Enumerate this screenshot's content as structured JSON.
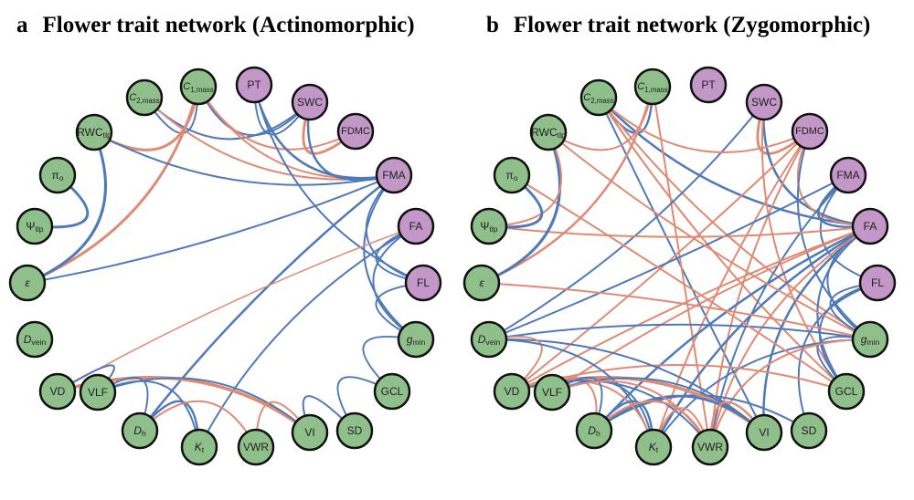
{
  "colors": {
    "flower_node": "#c397c7",
    "leaf_node": "#8fbf8a",
    "node_border": "#111111",
    "positive_edge": "#5079b8",
    "negative_edge": "#e08a73"
  },
  "nodes": [
    {
      "id": "C2mass",
      "label": "C",
      "sub": "2,mass",
      "italic": true,
      "group": "leaf"
    },
    {
      "id": "C1mass",
      "label": "C",
      "sub": "1,mass",
      "italic": true,
      "group": "leaf"
    },
    {
      "id": "PT",
      "label": "PT",
      "sub": "",
      "italic": false,
      "group": "flower"
    },
    {
      "id": "SWC",
      "label": "SWC",
      "sub": "",
      "italic": false,
      "group": "flower"
    },
    {
      "id": "FDMC",
      "label": "FDMC",
      "sub": "",
      "italic": false,
      "group": "flower"
    },
    {
      "id": "FMA",
      "label": "FMA",
      "sub": "",
      "italic": false,
      "group": "flower"
    },
    {
      "id": "FA",
      "label": "FA",
      "sub": "",
      "italic": false,
      "group": "flower"
    },
    {
      "id": "FL",
      "label": "FL",
      "sub": "",
      "italic": false,
      "group": "flower"
    },
    {
      "id": "gmin",
      "label": "g",
      "sub": "min",
      "italic": true,
      "group": "leaf"
    },
    {
      "id": "GCL",
      "label": "GCL",
      "sub": "",
      "italic": false,
      "group": "leaf"
    },
    {
      "id": "SD",
      "label": "SD",
      "sub": "",
      "italic": false,
      "group": "leaf"
    },
    {
      "id": "VI",
      "label": "VI",
      "sub": "",
      "italic": false,
      "group": "leaf"
    },
    {
      "id": "VWR",
      "label": "VWR",
      "sub": "",
      "italic": false,
      "group": "leaf"
    },
    {
      "id": "Kt",
      "label": "K",
      "sub": "t",
      "italic": true,
      "group": "leaf"
    },
    {
      "id": "Dh",
      "label": "D",
      "sub": "h",
      "italic": true,
      "group": "leaf"
    },
    {
      "id": "VLF",
      "label": "VLF",
      "sub": "",
      "italic": false,
      "group": "leaf"
    },
    {
      "id": "VD",
      "label": "VD",
      "sub": "",
      "italic": false,
      "group": "leaf"
    },
    {
      "id": "Dvein",
      "label": "D",
      "sub": "vein",
      "italic": true,
      "group": "leaf"
    },
    {
      "id": "eps",
      "label": "ε",
      "sub": "",
      "italic": true,
      "group": "leaf"
    },
    {
      "id": "Psitlp",
      "label": "Ψ",
      "sub": "tlp",
      "italic": false,
      "group": "leaf"
    },
    {
      "id": "pio",
      "label": "π",
      "sub": "o",
      "italic": false,
      "group": "leaf"
    },
    {
      "id": "RWCtlp",
      "label": "RWC",
      "sub": "tlp",
      "italic": false,
      "group": "leaf"
    }
  ],
  "panels": [
    {
      "letter": "a",
      "title": "Flower trait network (Actinomorphic)",
      "edges": [
        {
          "from": "C2mass",
          "to": "C1mass",
          "sign": "pos",
          "w": 2
        },
        {
          "from": "C2mass",
          "to": "SWC",
          "sign": "pos",
          "w": 2
        },
        {
          "from": "C2mass",
          "to": "FMA",
          "sign": "neg",
          "w": 2
        },
        {
          "from": "C1mass",
          "to": "RWCtlp",
          "sign": "neg",
          "w": 3
        },
        {
          "from": "C1mass",
          "to": "eps",
          "sign": "neg",
          "w": 3
        },
        {
          "from": "C1mass",
          "to": "SWC",
          "sign": "pos",
          "w": 2
        },
        {
          "from": "C1mass",
          "to": "FDMC",
          "sign": "neg",
          "w": 2
        },
        {
          "from": "C1mass",
          "to": "FMA",
          "sign": "neg",
          "w": 2
        },
        {
          "from": "PT",
          "to": "FMA",
          "sign": "pos",
          "w": 2.5
        },
        {
          "from": "PT",
          "to": "FL",
          "sign": "pos",
          "w": 2
        },
        {
          "from": "PT",
          "to": "SWC",
          "sign": "pos",
          "w": 2
        },
        {
          "from": "SWC",
          "to": "FDMC",
          "sign": "neg",
          "w": 3
        },
        {
          "from": "SWC",
          "to": "FMA",
          "sign": "pos",
          "w": 2.5
        },
        {
          "from": "FMA",
          "to": "RWCtlp",
          "sign": "pos",
          "w": 2
        },
        {
          "from": "FMA",
          "to": "eps",
          "sign": "pos",
          "w": 2
        },
        {
          "from": "FMA",
          "to": "FL",
          "sign": "pos",
          "w": 2
        },
        {
          "from": "FMA",
          "to": "gmin",
          "sign": "pos",
          "w": 2
        },
        {
          "from": "FMA",
          "to": "Dh",
          "sign": "pos",
          "w": 2.5
        },
        {
          "from": "FA",
          "to": "FL",
          "sign": "pos",
          "w": 2
        },
        {
          "from": "FA",
          "to": "gmin",
          "sign": "pos",
          "w": 2
        },
        {
          "from": "FA",
          "to": "Kt",
          "sign": "pos",
          "w": 2
        },
        {
          "from": "FA",
          "to": "VD",
          "sign": "neg",
          "w": 1.5
        },
        {
          "from": "FL",
          "to": "gmin",
          "sign": "pos",
          "w": 2
        },
        {
          "from": "gmin",
          "to": "GCL",
          "sign": "pos",
          "w": 2
        },
        {
          "from": "GCL",
          "to": "SD",
          "sign": "pos",
          "w": 2
        },
        {
          "from": "SD",
          "to": "VI",
          "sign": "pos",
          "w": 2
        },
        {
          "from": "RWCtlp",
          "to": "eps",
          "sign": "pos",
          "w": 3
        },
        {
          "from": "pio",
          "to": "Psitlp",
          "sign": "pos",
          "w": 3
        },
        {
          "from": "VD",
          "to": "VI",
          "sign": "neg",
          "w": 3.5
        },
        {
          "from": "VD",
          "to": "VLF",
          "sign": "pos",
          "w": 2
        },
        {
          "from": "VLF",
          "to": "Dh",
          "sign": "pos",
          "w": 2
        },
        {
          "from": "VLF",
          "to": "Kt",
          "sign": "pos",
          "w": 2
        },
        {
          "from": "VLF",
          "to": "VI",
          "sign": "pos",
          "w": 2
        },
        {
          "from": "Dh",
          "to": "Kt",
          "sign": "pos",
          "w": 2.5
        },
        {
          "from": "Dh",
          "to": "VWR",
          "sign": "neg",
          "w": 2
        },
        {
          "from": "VWR",
          "to": "VI",
          "sign": "neg",
          "w": 2
        }
      ]
    },
    {
      "letter": "b",
      "title": "Flower trait network (Zygomorphic)",
      "edges": [
        {
          "from": "C2mass",
          "to": "C1mass",
          "sign": "pos",
          "w": 2.5
        },
        {
          "from": "C2mass",
          "to": "FA",
          "sign": "pos",
          "w": 2.5
        },
        {
          "from": "C2mass",
          "to": "VI",
          "sign": "pos",
          "w": 2
        },
        {
          "from": "C2mass",
          "to": "gmin",
          "sign": "neg",
          "w": 2
        },
        {
          "from": "C2mass",
          "to": "GCL",
          "sign": "neg",
          "w": 2
        },
        {
          "from": "C1mass",
          "to": "RWCtlp",
          "sign": "neg",
          "w": 2
        },
        {
          "from": "C1mass",
          "to": "eps",
          "sign": "neg",
          "w": 2.5
        },
        {
          "from": "C1mass",
          "to": "VWR",
          "sign": "neg",
          "w": 2
        },
        {
          "from": "SWC",
          "to": "FDMC",
          "sign": "neg",
          "w": 3
        },
        {
          "from": "SWC",
          "to": "FA",
          "sign": "pos",
          "w": 2.5
        },
        {
          "from": "SWC",
          "to": "Dvein",
          "sign": "pos",
          "w": 2
        },
        {
          "from": "SWC",
          "to": "GCL",
          "sign": "neg",
          "w": 2
        },
        {
          "from": "FDMC",
          "to": "FA",
          "sign": "neg",
          "w": 2
        },
        {
          "from": "FDMC",
          "to": "gmin",
          "sign": "pos",
          "w": 2
        },
        {
          "from": "FDMC",
          "to": "VWR",
          "sign": "neg",
          "w": 2
        },
        {
          "from": "FDMC",
          "to": "Kt",
          "sign": "neg",
          "w": 2
        },
        {
          "from": "FDMC",
          "to": "VD",
          "sign": "neg",
          "w": 2
        },
        {
          "from": "FDMC",
          "to": "C2mass",
          "sign": "neg",
          "w": 2
        },
        {
          "from": "FMA",
          "to": "FA",
          "sign": "pos",
          "w": 2.5
        },
        {
          "from": "FMA",
          "to": "FL",
          "sign": "pos",
          "w": 2
        },
        {
          "from": "FMA",
          "to": "VWR",
          "sign": "pos",
          "w": 2
        },
        {
          "from": "FMA",
          "to": "Dvein",
          "sign": "pos",
          "w": 2
        },
        {
          "from": "FA",
          "to": "gmin",
          "sign": "pos",
          "w": 2
        },
        {
          "from": "FA",
          "to": "GCL",
          "sign": "pos",
          "w": 2
        },
        {
          "from": "FA",
          "to": "VI",
          "sign": "pos",
          "w": 2.5
        },
        {
          "from": "FA",
          "to": "Kt",
          "sign": "pos",
          "w": 2.5
        },
        {
          "from": "FA",
          "to": "Dh",
          "sign": "pos",
          "w": 2.5
        },
        {
          "from": "FA",
          "to": "VD",
          "sign": "neg",
          "w": 2
        },
        {
          "from": "FA",
          "to": "VLF",
          "sign": "neg",
          "w": 2
        },
        {
          "from": "FA",
          "to": "Psitlp",
          "sign": "neg",
          "w": 2
        },
        {
          "from": "FA",
          "to": "VWR",
          "sign": "neg",
          "w": 2
        },
        {
          "from": "FL",
          "to": "gmin",
          "sign": "pos",
          "w": 2
        },
        {
          "from": "FL",
          "to": "GCL",
          "sign": "pos",
          "w": 2
        },
        {
          "from": "FL",
          "to": "SD",
          "sign": "pos",
          "w": 2
        },
        {
          "from": "gmin",
          "to": "GCL",
          "sign": "pos",
          "w": 2
        },
        {
          "from": "gmin",
          "to": "Dvein",
          "sign": "pos",
          "w": 2
        },
        {
          "from": "gmin",
          "to": "RWCtlp",
          "sign": "neg",
          "w": 2
        },
        {
          "from": "gmin",
          "to": "eps",
          "sign": "neg",
          "w": 2
        },
        {
          "from": "gmin",
          "to": "Kt",
          "sign": "pos",
          "w": 2
        },
        {
          "from": "gmin",
          "to": "VWR",
          "sign": "neg",
          "w": 2
        },
        {
          "from": "GCL",
          "to": "pio",
          "sign": "neg",
          "w": 2
        },
        {
          "from": "GCL",
          "to": "VD",
          "sign": "neg",
          "w": 2
        },
        {
          "from": "SD",
          "to": "Dh",
          "sign": "pos",
          "w": 2
        },
        {
          "from": "VI",
          "to": "Dvein",
          "sign": "pos",
          "w": 2
        },
        {
          "from": "VI",
          "to": "VD",
          "sign": "neg",
          "w": 3.5
        },
        {
          "from": "VI",
          "to": "VLF",
          "sign": "pos",
          "w": 2
        },
        {
          "from": "VI",
          "to": "Dh",
          "sign": "pos",
          "w": 2.5
        },
        {
          "from": "VI",
          "to": "VWR",
          "sign": "neg",
          "w": 2.5
        },
        {
          "from": "RWCtlp",
          "to": "eps",
          "sign": "pos",
          "w": 3
        },
        {
          "from": "RWCtlp",
          "to": "Psitlp",
          "sign": "neg",
          "w": 2
        },
        {
          "from": "pio",
          "to": "Psitlp",
          "sign": "pos",
          "w": 3
        },
        {
          "from": "Dvein",
          "to": "VD",
          "sign": "neg",
          "w": 2
        },
        {
          "from": "Dvein",
          "to": "Kt",
          "sign": "pos",
          "w": 2
        },
        {
          "from": "VD",
          "to": "Dh",
          "sign": "neg",
          "w": 2
        },
        {
          "from": "VD",
          "to": "Kt",
          "sign": "neg",
          "w": 2
        },
        {
          "from": "VD",
          "to": "VWR",
          "sign": "pos",
          "w": 2
        },
        {
          "from": "VLF",
          "to": "Dh",
          "sign": "pos",
          "w": 2
        },
        {
          "from": "VLF",
          "to": "Kt",
          "sign": "pos",
          "w": 2
        },
        {
          "from": "VLF",
          "to": "VWR",
          "sign": "neg",
          "w": 2
        },
        {
          "from": "Dh",
          "to": "Kt",
          "sign": "pos",
          "w": 2.5
        },
        {
          "from": "Dh",
          "to": "VWR",
          "sign": "neg",
          "w": 2.5
        },
        {
          "from": "Kt",
          "to": "VWR",
          "sign": "neg",
          "w": 2
        }
      ]
    }
  ]
}
